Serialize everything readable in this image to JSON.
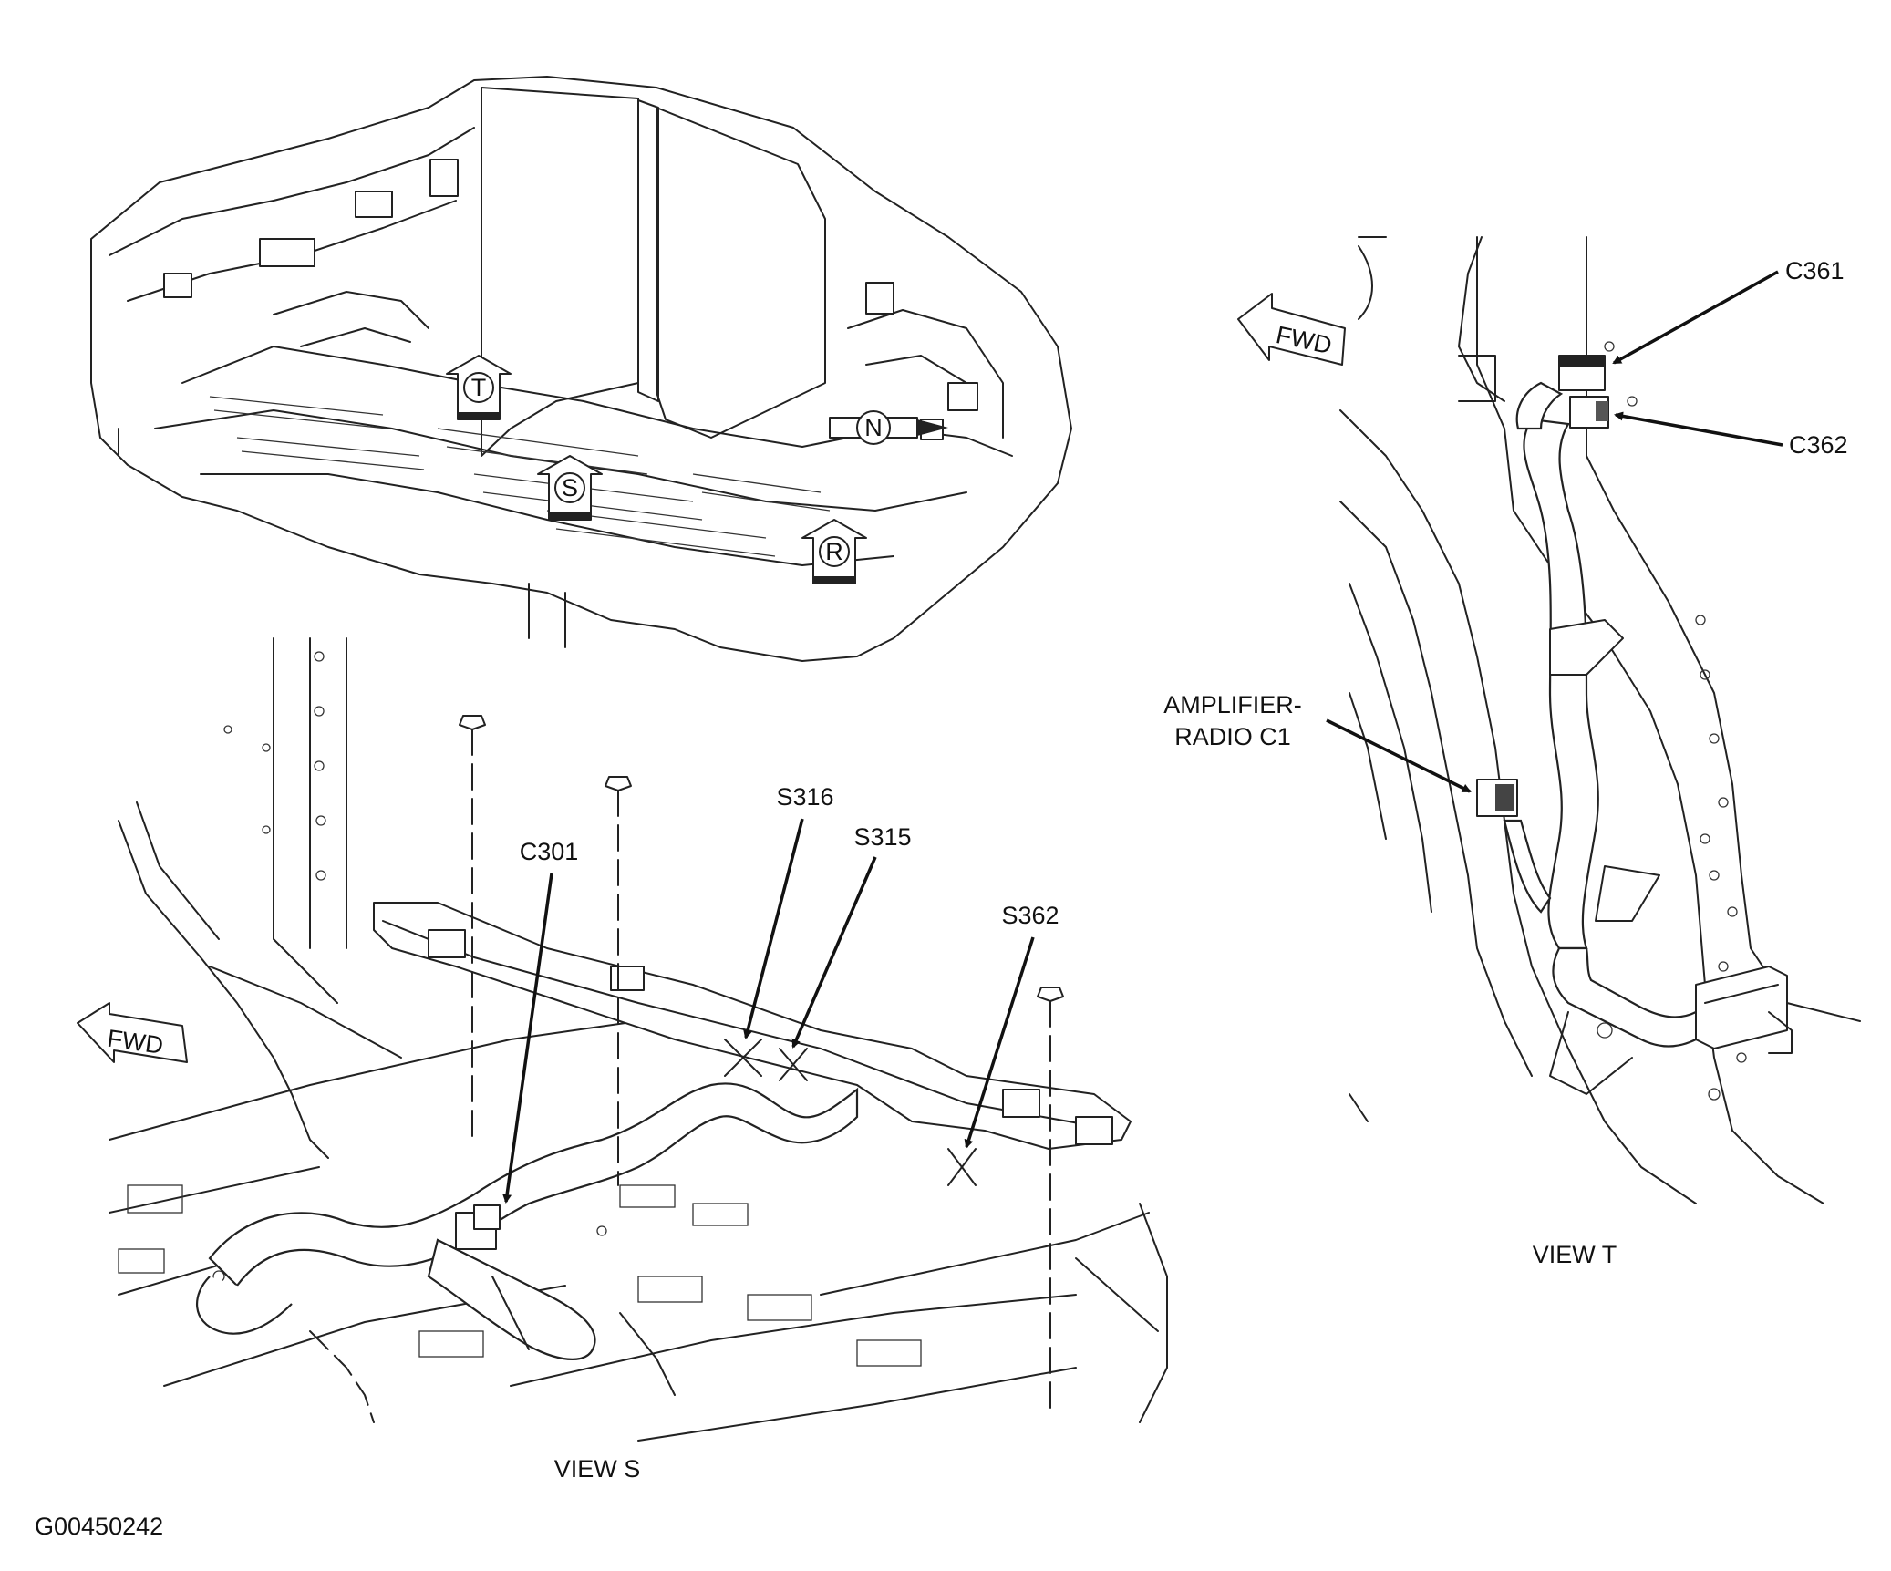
{
  "figure_id": "G00450242",
  "views": {
    "overview": {
      "markers": [
        "T",
        "S",
        "N",
        "R"
      ]
    },
    "view_s": {
      "title": "VIEW S",
      "fwd_label": "FWD",
      "labels": [
        "C301",
        "S316",
        "S315",
        "S362"
      ]
    },
    "view_t": {
      "title": "VIEW T",
      "fwd_label": "FWD",
      "labels": [
        "C361",
        "C362"
      ],
      "amplifier_line1": "AMPLIFIER-",
      "amplifier_line2": "RADIO C1"
    }
  }
}
